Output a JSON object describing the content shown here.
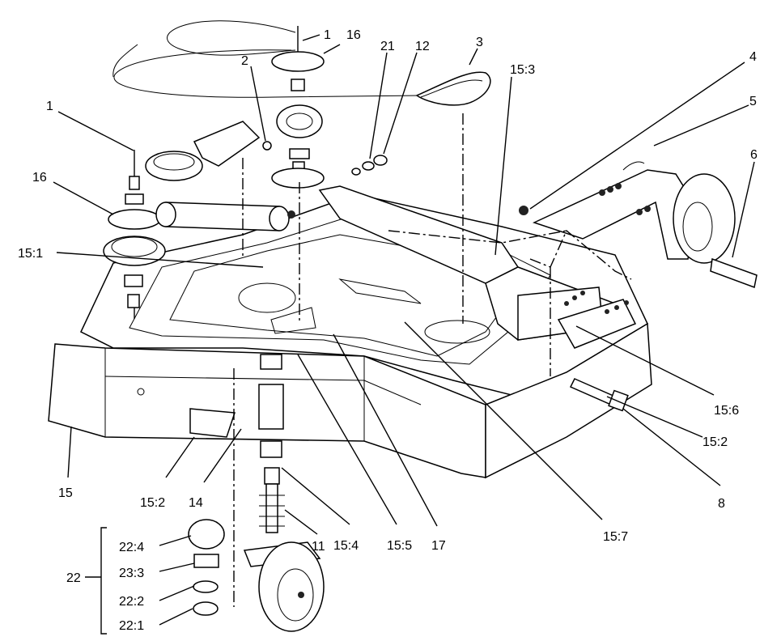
{
  "diagram": {
    "labels": {
      "p1_top": "1",
      "p16_top": "16",
      "p2": "2",
      "p21": "21",
      "p12": "12",
      "p3": "3",
      "p15_3": "15:3",
      "p4": "4",
      "p5": "5",
      "p6": "6",
      "p1_left": "1",
      "p16_left": "16",
      "p15_1": "15:1",
      "p15_6": "15:6",
      "p15_2_right": "15:2",
      "p8": "8",
      "p15_7": "15:7",
      "p15": "15",
      "p15_2_left": "15:2",
      "p14": "14",
      "p15_4": "15:4",
      "p15_5": "15:5",
      "p17": "17",
      "p11": "11",
      "p22": "22",
      "p22_4": "22:4",
      "p23_3": "23:3",
      "p22_2": "22:2",
      "p22_1": "22:1"
    }
  }
}
